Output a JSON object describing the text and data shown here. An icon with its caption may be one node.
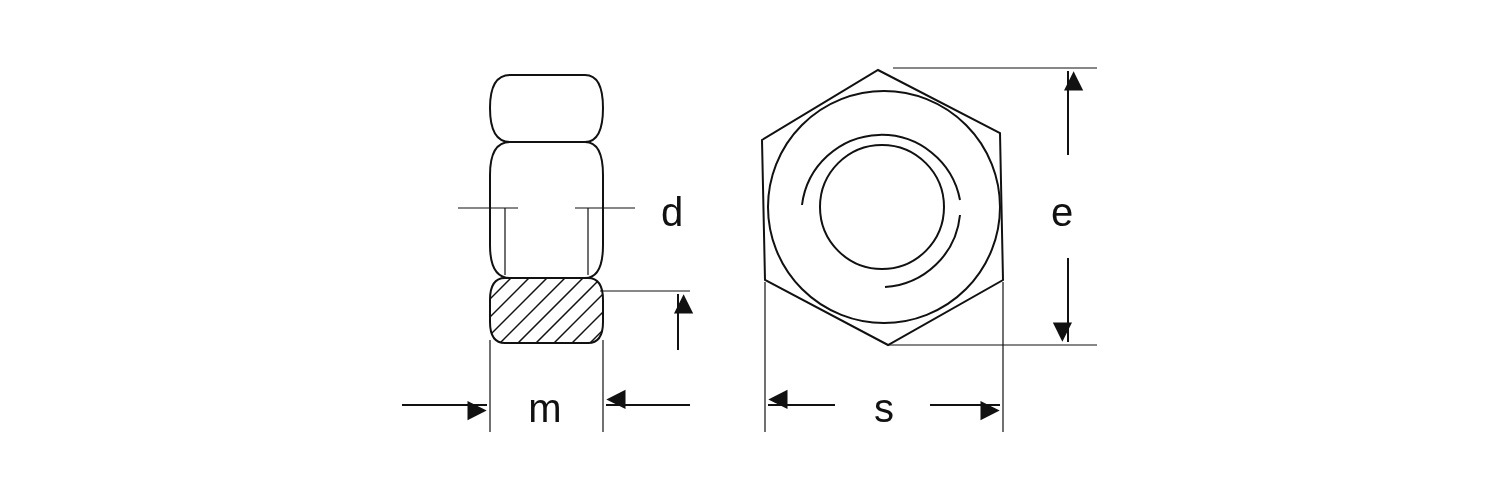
{
  "diagram": {
    "labels": [
      "d",
      "e",
      "m",
      "s"
    ]
  }
}
